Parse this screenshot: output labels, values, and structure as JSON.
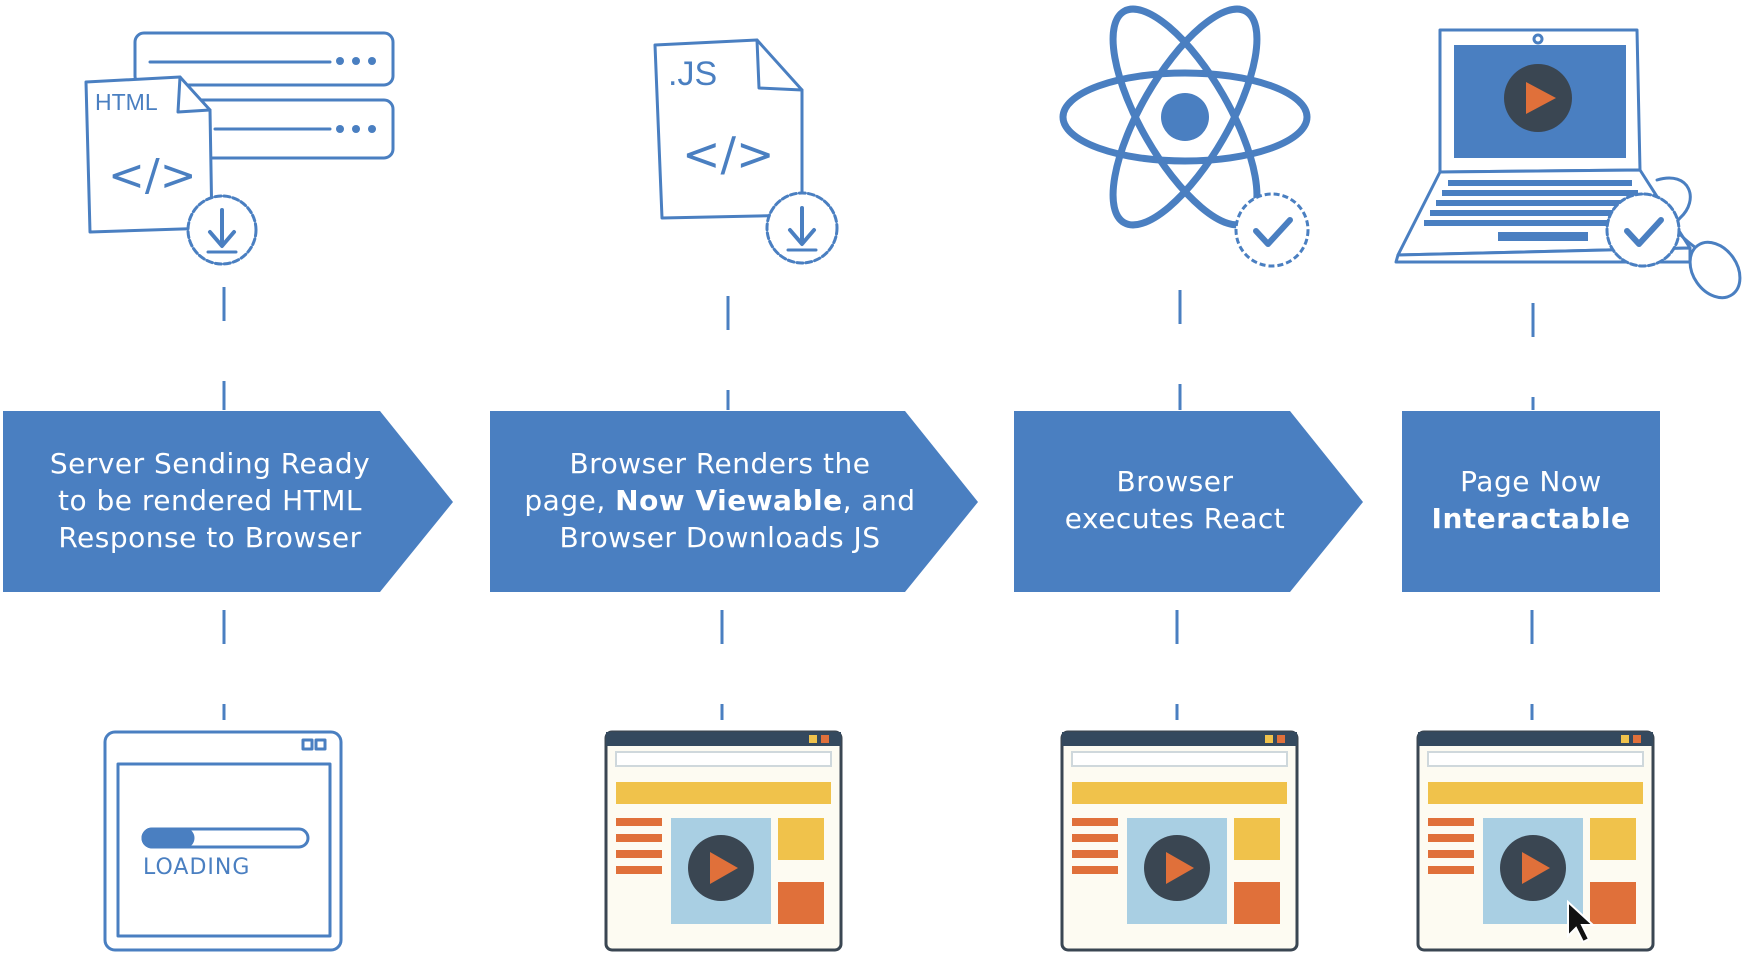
{
  "colors": {
    "blue": "#4a7fc1",
    "sketch": "#4a7fc1",
    "dark_header": "#34495e",
    "yellow": "#f0c24b",
    "orange": "#e0703a",
    "light_blue": "#a9cfe3",
    "play_dark": "#3a4652",
    "cream": "#fdfbf2"
  },
  "icons": {
    "html_label": "HTML",
    "js_label": ".JS",
    "code_glyph": "</>"
  },
  "steps": [
    {
      "lines": [
        "Server Sending Ready",
        "to be rendered HTML",
        "Response to Browser"
      ]
    },
    {
      "line1": "Browser Renders the",
      "line2_pre": "page, ",
      "line2_bold": "Now Viewable",
      "line2_post": ", and",
      "line3": "Browser Downloads JS"
    },
    {
      "lines": [
        "Browser",
        "executes React"
      ]
    },
    {
      "line1": "Page Now",
      "line2_bold": "Interactable"
    }
  ],
  "loading_label": "LOADING",
  "loading_progress": 0.3
}
